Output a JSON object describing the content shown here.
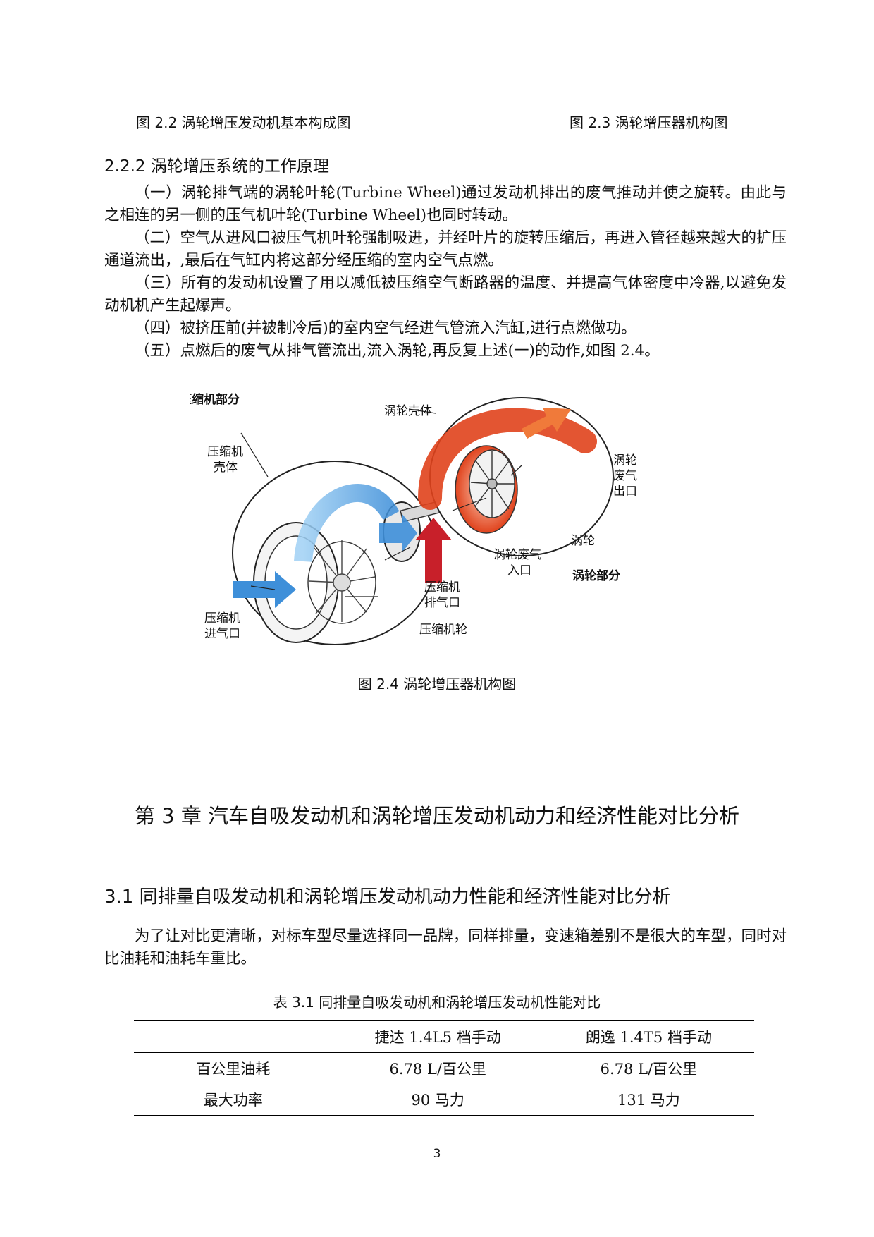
{
  "top_captions": {
    "left": "图 2.2  涡轮增压发动机基本构成图",
    "right": "图 2.3  涡轮增压器机构图"
  },
  "section_222": {
    "heading": "2.2.2 涡轮增压系统的工作原理",
    "paragraphs": [
      "（一）涡轮排气端的涡轮叶轮(Turbine  Wheel)通过发动机排出的废气推动并使之旋转。由此与之相连的另一侧的压气机叶轮(Turbine  Wheel)也同时转动。",
      "（二）空气从进风口被压气机叶轮强制吸进，并经叶片的旋转压缩后，再进入管径越来越大的扩压通道流出，,最后在气缸内将这部分经压缩的室内空气点燃。",
      "（三）所有的发动机设置了用以减低被压缩空气断路器的温度、并提高气体密度中冷器,以避免发动机机产生起爆声。",
      "（四）被挤压前(并被制冷后)的室内空气经进气管流入汽缸,进行点燃做功。",
      "（五）点燃后的废气从排气管流出,流入涡轮,再反复上述(一)的动作,如图 2.4。"
    ]
  },
  "figure_24": {
    "caption": "图 2.4  涡轮增压器机构图",
    "labels": {
      "compressor_section": "压缩机部分",
      "compressor_housing_1": "压缩机",
      "compressor_housing_2": "壳体",
      "turbine_housing": "涡轮壳体",
      "turbine_outlet_1": "涡轮",
      "turbine_outlet_2": "废气",
      "turbine_outlet_3": "出口",
      "turbine_wheel": "涡轮",
      "turbine_inlet_1": "涡轮废气",
      "turbine_inlet_2": "入口",
      "turbine_section": "涡轮部分",
      "compressor_outlet_1": "压缩机",
      "compressor_outlet_2": "排气口",
      "compressor_inlet_1": "压缩机",
      "compressor_inlet_2": "进气口",
      "compressor_wheel": "压缩机轮"
    }
  },
  "chapter3": {
    "heading": "第 3 章  汽车自吸发动机和涡轮增压发动机动力和经济性能对比分析"
  },
  "section_31": {
    "heading": "3.1   同排量自吸发动机和涡轮增压发动机动力性能和经济性能对比分析",
    "paragraph": "为了让对比更清晰，对标车型尽量选择同一品牌，同样排量，变速箱差别不是很大的车型，同时对比油耗和油耗车重比。"
  },
  "table_31": {
    "caption": "表 3.1   同排量自吸发动机和涡轮增压发动机性能对比",
    "headers": [
      "",
      "捷达 1.4L5 档手动",
      "朗逸 1.4T5 档手动"
    ],
    "rows": [
      [
        "百公里油耗",
        "6.78 L/百公里",
        "6.78 L/百公里"
      ],
      [
        "最大功率",
        "90 马力",
        "131 马力"
      ]
    ]
  },
  "page_number": "3"
}
